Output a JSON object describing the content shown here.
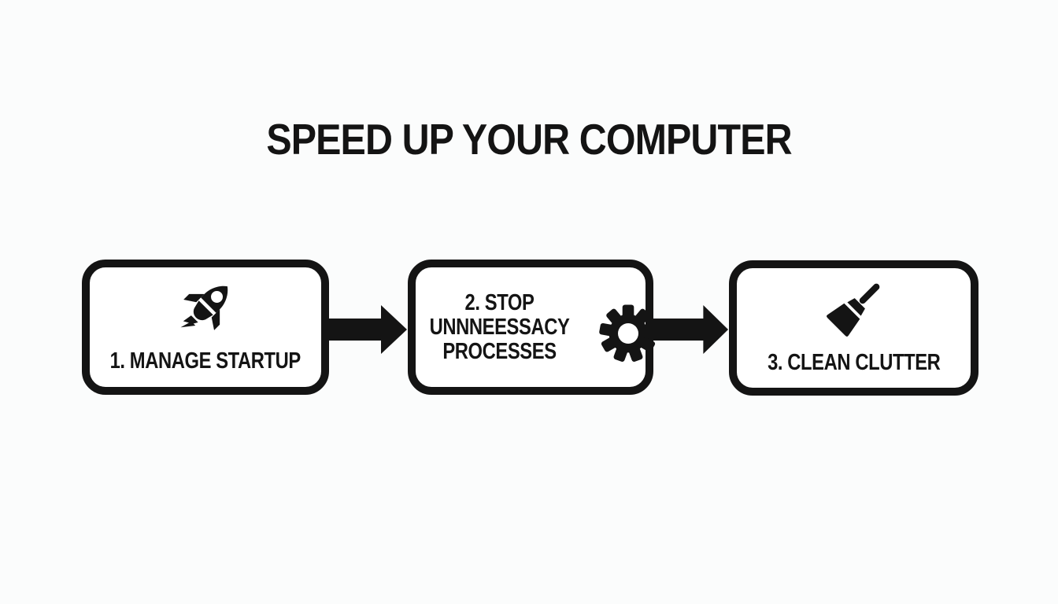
{
  "page": {
    "title": "SPEED UP YOUR COMPUTER",
    "background_color": "#fbfcfc",
    "ink_color": "#141414",
    "box_fill_color": "#ffffff"
  },
  "steps": [
    {
      "label": "1. MANAGE STARTUP",
      "icon": "rocket-icon"
    },
    {
      "label": "2. STOP UNNNEESSACY PROCESSES",
      "icon": "gear-icon"
    },
    {
      "label": "3. CLEAN CLUTTER",
      "icon": "broom-icon"
    }
  ],
  "connectors": [
    {
      "icon": "arrow-right-icon"
    },
    {
      "icon": "arrow-right-icon"
    }
  ]
}
